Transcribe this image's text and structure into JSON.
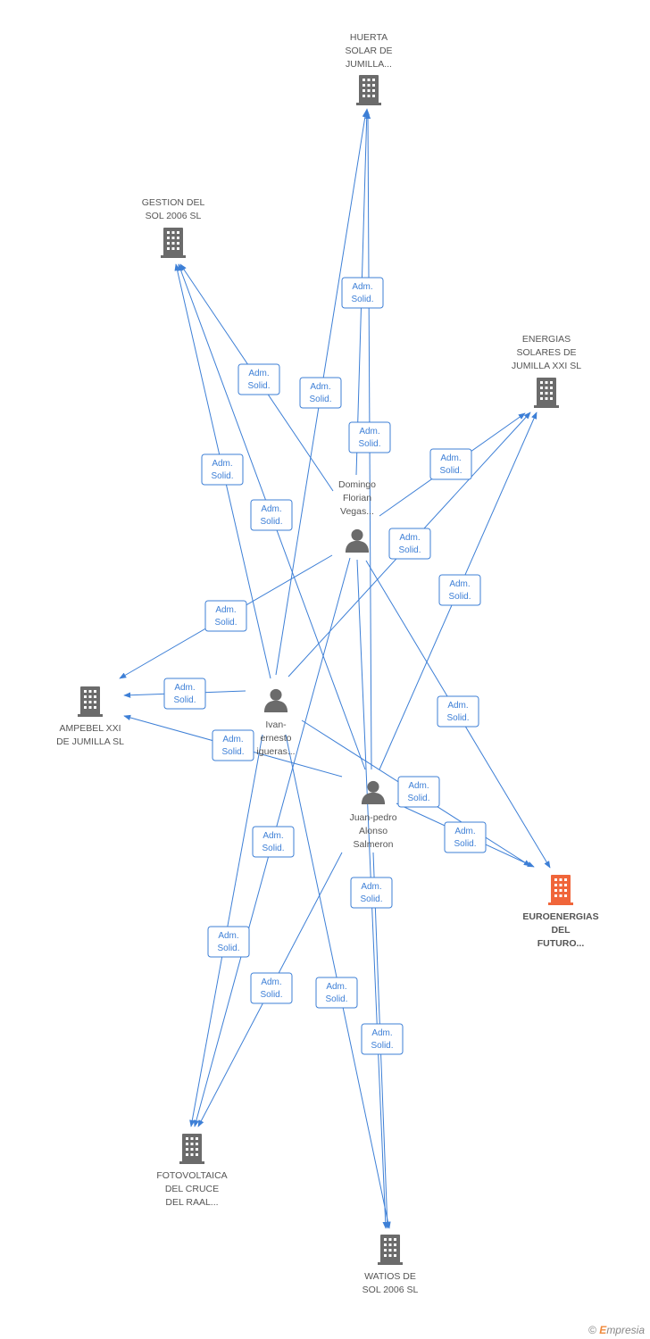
{
  "colors": {
    "edge": "#3d7fd6",
    "node": "#6b6b6b",
    "highlight": "#f0653a",
    "label": "#555555"
  },
  "companies": [
    {
      "id": "huerta",
      "icon": "building-icon",
      "label": [
        "HUERTA",
        "SOLAR DE",
        "JUMILLA..."
      ]
    },
    {
      "id": "gestion",
      "icon": "building-icon",
      "label": [
        "GESTION DEL",
        "SOL 2006 SL"
      ]
    },
    {
      "id": "energias",
      "icon": "building-icon",
      "label": [
        "ENERGIAS",
        "SOLARES DE",
        "JUMILLA XXI SL"
      ]
    },
    {
      "id": "ampebel",
      "icon": "building-icon",
      "label": [
        "AMPEBEL XXI",
        "DE JUMILLA SL"
      ]
    },
    {
      "id": "euro",
      "icon": "building-icon",
      "highlight": true,
      "label": [
        "EUROENERGIAS",
        "DEL",
        "FUTURO..."
      ]
    },
    {
      "id": "foto",
      "icon": "building-icon",
      "label": [
        "FOTOVOLTAICA",
        "DEL CRUCE",
        "DEL RAAL..."
      ]
    },
    {
      "id": "watios",
      "icon": "building-icon",
      "label": [
        "WATIOS DE",
        "SOL 2006 SL"
      ]
    }
  ],
  "persons": [
    {
      "id": "domingo",
      "icon": "person-icon",
      "label": [
        "Domingo",
        "Florian",
        "Vegas..."
      ]
    },
    {
      "id": "ivan",
      "icon": "person-icon",
      "label": [
        "Ivan-",
        "ernesto",
        "igueras..."
      ]
    },
    {
      "id": "juan",
      "icon": "person-icon",
      "label": [
        "Juan-pedro",
        "Alonso",
        "Salmeron"
      ]
    }
  ],
  "relation_label": [
    "Adm.",
    "Solid."
  ],
  "edges": [
    {
      "from": "domingo",
      "to": "huerta",
      "label": [
        "Adm.",
        "Solid."
      ]
    },
    {
      "from": "domingo",
      "to": "gestion",
      "label": [
        "Adm.",
        "Solid."
      ]
    },
    {
      "from": "domingo",
      "to": "energias",
      "label": [
        "Adm.",
        "Solid."
      ]
    },
    {
      "from": "domingo",
      "to": "ampebel",
      "label": [
        "Adm.",
        "Solid."
      ]
    },
    {
      "from": "domingo",
      "to": "euro",
      "label": [
        "Adm.",
        "Solid."
      ]
    },
    {
      "from": "domingo",
      "to": "foto",
      "label": [
        "Adm.",
        "Solid."
      ]
    },
    {
      "from": "domingo",
      "to": "watios",
      "label": [
        "Adm.",
        "Solid."
      ]
    },
    {
      "from": "ivan",
      "to": "huerta",
      "label": [
        "Adm.",
        "Solid."
      ]
    },
    {
      "from": "ivan",
      "to": "gestion",
      "label": [
        "Adm.",
        "Solid."
      ]
    },
    {
      "from": "ivan",
      "to": "energias",
      "label": [
        "Adm.",
        "Solid."
      ]
    },
    {
      "from": "ivan",
      "to": "ampebel",
      "label": [
        "Adm.",
        "Solid."
      ]
    },
    {
      "from": "ivan",
      "to": "euro",
      "label": [
        "Adm.",
        "Solid."
      ]
    },
    {
      "from": "ivan",
      "to": "foto",
      "label": [
        "Adm.",
        "Solid."
      ]
    },
    {
      "from": "ivan",
      "to": "watios",
      "label": [
        "Adm.",
        "Solid."
      ]
    },
    {
      "from": "juan",
      "to": "huerta",
      "label": [
        "Adm.",
        "Solid."
      ]
    },
    {
      "from": "juan",
      "to": "gestion",
      "label": [
        "Adm.",
        "Solid."
      ]
    },
    {
      "from": "juan",
      "to": "energias",
      "label": [
        "Adm.",
        "Solid."
      ]
    },
    {
      "from": "juan",
      "to": "ampebel",
      "label": [
        "Adm.",
        "Solid."
      ]
    },
    {
      "from": "juan",
      "to": "euro",
      "label": [
        "Adm.",
        "Solid."
      ]
    },
    {
      "from": "juan",
      "to": "foto",
      "label": [
        "Adm.",
        "Solid."
      ]
    },
    {
      "from": "juan",
      "to": "watios",
      "label": [
        "Adm.",
        "Solid."
      ]
    }
  ],
  "footer": {
    "copyright": "©",
    "brand_initial": "E",
    "brand_rest": "mpresia"
  }
}
